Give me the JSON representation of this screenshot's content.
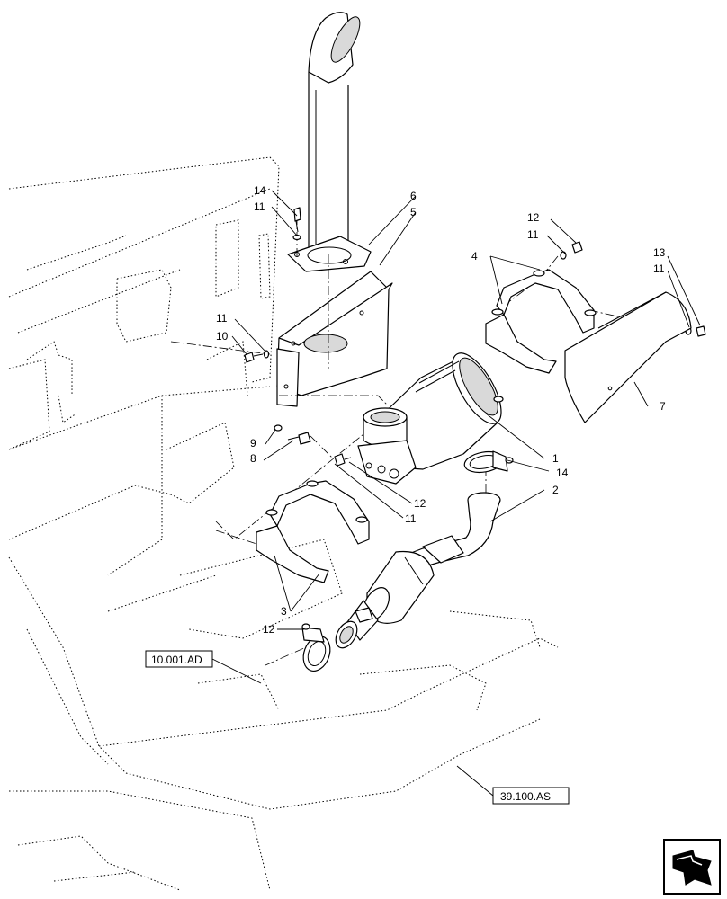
{
  "callouts": [
    {
      "id": "c1",
      "label": "1"
    },
    {
      "id": "c2",
      "label": "2"
    },
    {
      "id": "c3",
      "label": "3"
    },
    {
      "id": "c4",
      "label": "4"
    },
    {
      "id": "c5",
      "label": "5"
    },
    {
      "id": "c6",
      "label": "6"
    },
    {
      "id": "c7",
      "label": "7"
    },
    {
      "id": "c8",
      "label": "8"
    },
    {
      "id": "c9",
      "label": "9"
    },
    {
      "id": "c10",
      "label": "10"
    },
    {
      "id": "c11a",
      "label": "11"
    },
    {
      "id": "c11b",
      "label": "11"
    },
    {
      "id": "c11c",
      "label": "11"
    },
    {
      "id": "c11d",
      "label": "11"
    },
    {
      "id": "c11e",
      "label": "11"
    },
    {
      "id": "c12a",
      "label": "12"
    },
    {
      "id": "c12b",
      "label": "12"
    },
    {
      "id": "c12c",
      "label": "12"
    },
    {
      "id": "c13",
      "label": "13"
    },
    {
      "id": "c14a",
      "label": "14"
    },
    {
      "id": "c14b",
      "label": "14"
    }
  ],
  "references": {
    "ref_a": "10.001.AD",
    "ref_b": "39.100.AS"
  },
  "icons": {
    "orientation": "arrow-direction-icon"
  }
}
